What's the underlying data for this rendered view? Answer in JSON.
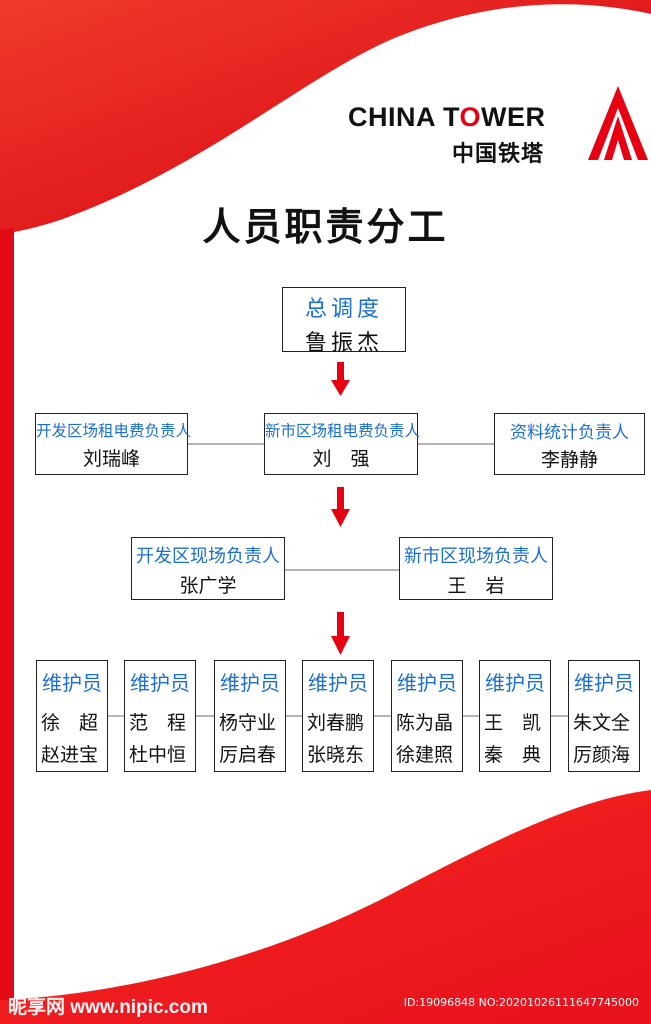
{
  "brand": {
    "logo_en_prefix": "CHINA T",
    "logo_en_o": "O",
    "logo_en_suffix": "WER",
    "logo_cn": "中国铁塔",
    "color": "#e60012"
  },
  "title": "人员职责分工",
  "level1": {
    "role": "总调度",
    "name": "鲁振杰"
  },
  "level2": [
    {
      "role": "开发区场租电费负责人",
      "name": "刘瑞峰"
    },
    {
      "role": "新市区场租电费负责人",
      "name": "刘　强"
    },
    {
      "role": "资料统计负责人",
      "name": "李静静"
    }
  ],
  "level3": [
    {
      "role": "开发区现场负责人",
      "name": "张广学"
    },
    {
      "role": "新市区现场负责人",
      "name": "王　岩"
    }
  ],
  "maintainers": [
    {
      "role": "维护员",
      "names": [
        "徐　超",
        "赵进宝"
      ]
    },
    {
      "role": "维护员",
      "names": [
        "范　程",
        "杜中恒"
      ]
    },
    {
      "role": "维护员",
      "names": [
        "杨守业",
        "厉启春"
      ]
    },
    {
      "role": "维护员",
      "names": [
        "刘春鹏",
        "张晓东"
      ]
    },
    {
      "role": "维护员",
      "names": [
        "陈为晶",
        "徐建照"
      ]
    },
    {
      "role": "维护员",
      "names": [
        "王　凯",
        "秦　典"
      ]
    },
    {
      "role": "维护员",
      "names": [
        "朱文全",
        "厉颜海"
      ]
    }
  ],
  "watermark": "昵享网 www.nipic.com",
  "image_meta": "ID:19096848 NO:20201026111647745000",
  "colors": {
    "accent": "#e60012",
    "role_text": "#1b6fd0",
    "arrow": "#e60012"
  }
}
